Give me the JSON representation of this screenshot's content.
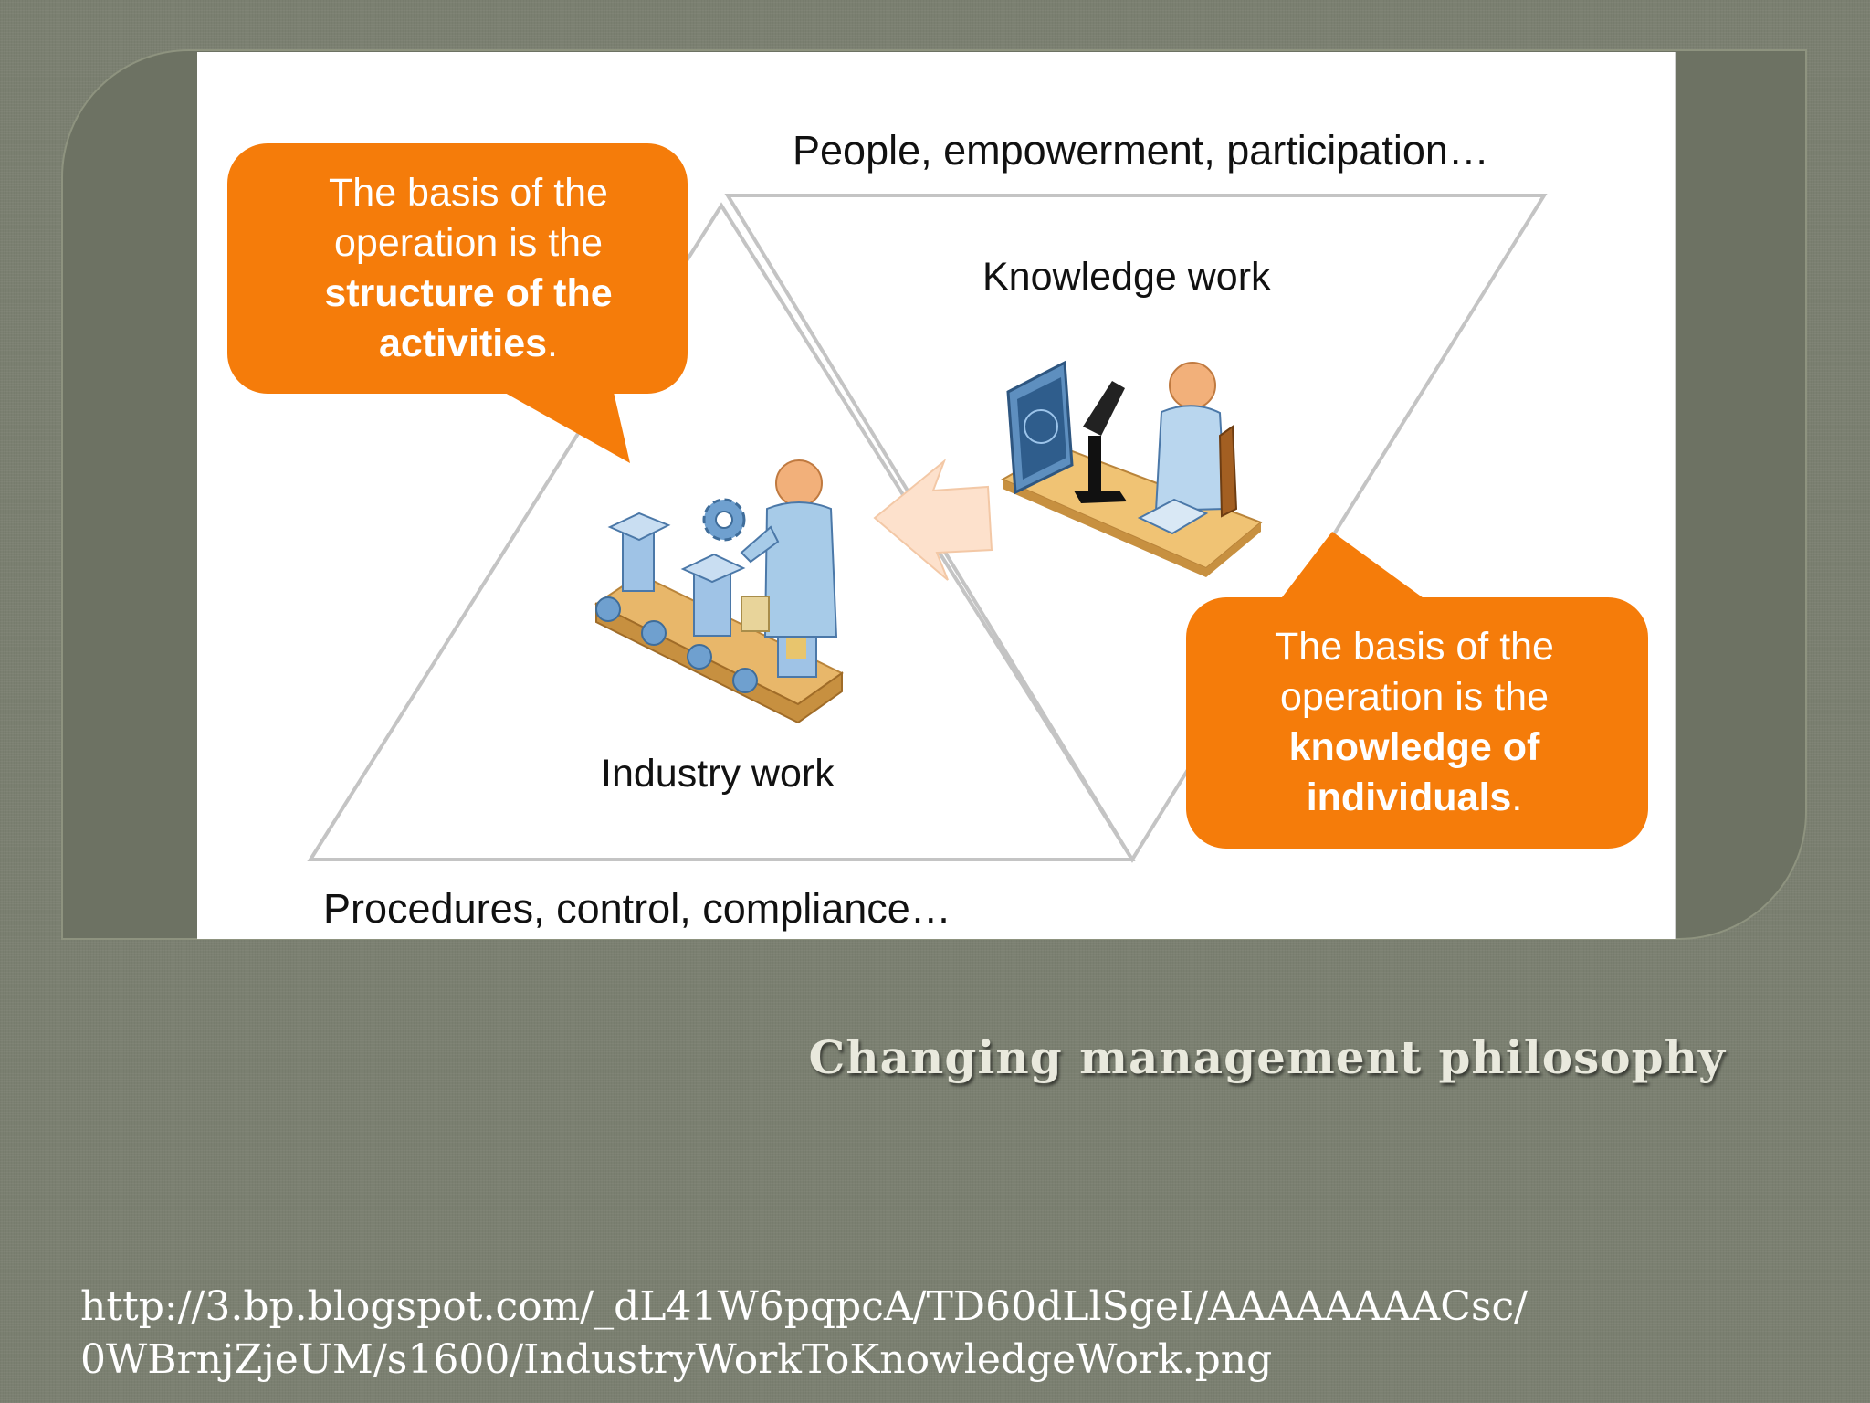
{
  "diagram": {
    "top_label": "People, empowerment, participation…",
    "bottom_label": "Procedures, control, compliance…",
    "knowledge_label": "Knowledge work",
    "industry_label": "Industry work",
    "bubble_left": {
      "line1": "The basis of the",
      "line2": "operation is the",
      "bold1": "structure of the",
      "bold2": "activities",
      "end": "."
    },
    "bubble_right": {
      "line1": "The basis of the",
      "line2": "operation is the",
      "bold1": "knowledge of",
      "bold2": "individuals",
      "end": "."
    },
    "colors": {
      "bubble": "#f57c0a",
      "arrow": "#fde1cc",
      "triangle_line": "#c4c4c4"
    },
    "icons": [
      "assembly-worker-icon",
      "scientist-desk-icon",
      "right-arrow-icon"
    ]
  },
  "caption": "Changing management philosophy",
  "url": {
    "line1": "http://3.bp.blogspot.com/_dL41W6pqpcA/TD60dLlSgeI/AAAAAAAACsc/",
    "line2": "0WBrnjZjeUM/s1600/IndustryWorkToKnowledgeWork.png"
  }
}
